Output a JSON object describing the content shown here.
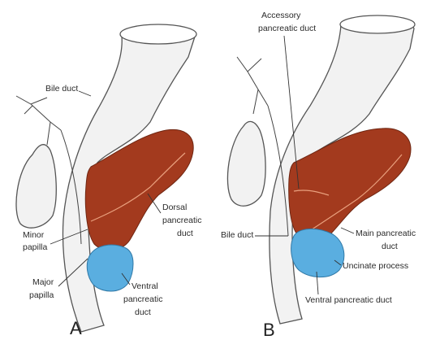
{
  "panel_a": {
    "letter": "A",
    "labels": {
      "bile_duct": "Bile duct",
      "dorsal_line1": "Dorsal",
      "dorsal_line2": "pancreatic",
      "dorsal_line3": "duct",
      "minor_line1": "Minor",
      "minor_line2": "papilla",
      "major_line1": "Major",
      "major_line2": "papilla",
      "ventral_line1": "Ventral",
      "ventral_line2": "pancreatic",
      "ventral_line3": "duct"
    }
  },
  "panel_b": {
    "letter": "B",
    "labels": {
      "accessory_line1": "Accessory",
      "accessory_line2": "pancreatic duct",
      "bile_duct": "Bile duct",
      "main_line1": "Main pancreatic",
      "main_line2": "duct",
      "uncinate": "Uncinate process",
      "ventral": "Ventral pancreatic duct"
    }
  },
  "colors": {
    "dorsal_pancreas": "#a33a1e",
    "ventral_pancreas": "#5aaee0",
    "organ_outline": "#555555",
    "organ_fill": "#f2f2f2"
  }
}
